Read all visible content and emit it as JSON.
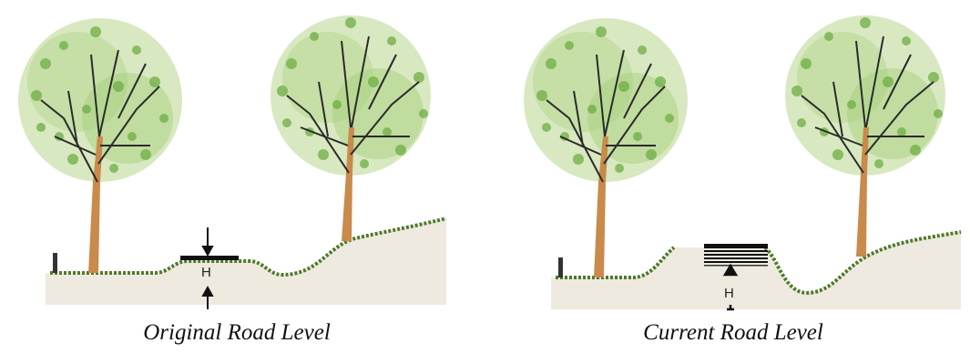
{
  "panels": [
    {
      "id": "original",
      "caption": "Original Road Level",
      "height_marker": "H"
    },
    {
      "id": "current",
      "caption": "Current Road Level",
      "height_marker": "H"
    }
  ],
  "colors": {
    "foliage_light": "#d8e8c0",
    "foliage_mid": "#8cc063",
    "foliage_dark": "#4f8f2e",
    "trunk": "#c98a4b",
    "branch": "#2b2b2b",
    "ground": "#efeae0",
    "grass": "#4e7a2a",
    "road": "#111111"
  }
}
